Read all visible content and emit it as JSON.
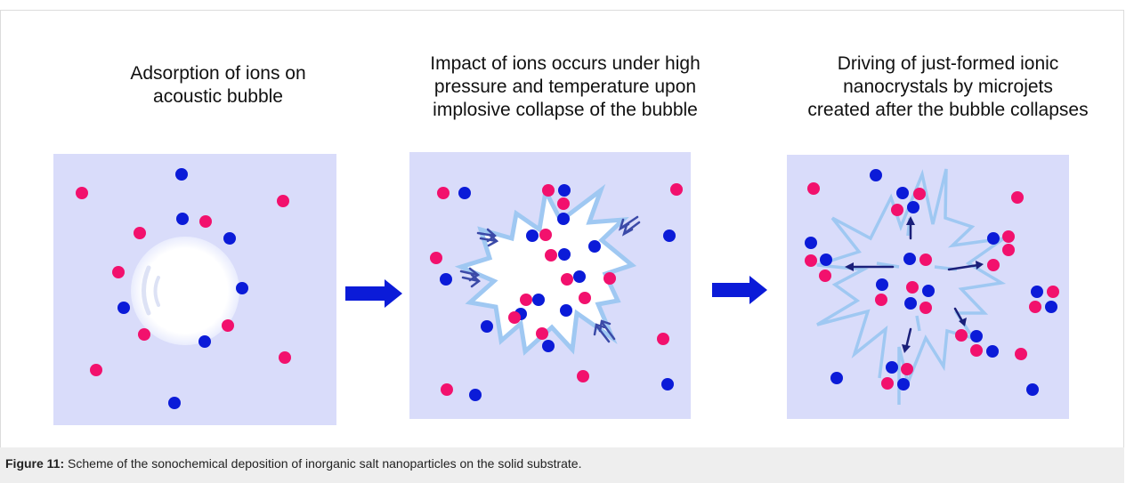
{
  "figure": {
    "stage_titles": [
      "Adsorption of ions on\nacoustic bubble",
      "Impact of ions occurs under high\npressure and temperature upon\nimplosive collapse of the bubble",
      "Driving of just-formed ionic\nnanocrystals by microjets\ncreated after the bubble collapses"
    ],
    "caption_label": "Figure 11:",
    "caption_text": " Scheme of the sonochemical deposition of inorganic salt nanoparticles on the solid substrate."
  },
  "colors": {
    "panel_background": "#d9dcfa",
    "cation": "#f2116d",
    "anion": "#0b1bd8",
    "shock_front": "#9fc8f2",
    "microjet_arrow": "#1a1f7a",
    "stage_arrow": "#0b1bd8"
  },
  "legend": {
    "pink_dot": "cation ion",
    "blue_dot": "anion ion",
    "white_circle": "acoustic bubble",
    "jagged_outline": "collapsing bubble shock front"
  }
}
